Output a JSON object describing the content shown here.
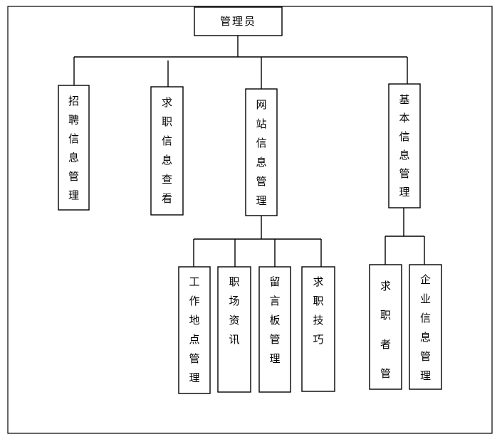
{
  "root": {
    "label": "管理员"
  },
  "level1": [
    {
      "chars": [
        "招",
        "聘",
        "信",
        "息",
        "管",
        "理"
      ]
    },
    {
      "chars": [
        "求",
        "职",
        "信",
        "息",
        "查",
        "看"
      ]
    },
    {
      "chars": [
        "网",
        "站",
        "信",
        "息",
        "管",
        "理"
      ]
    },
    {
      "chars": [
        "基",
        "本",
        "信",
        "息",
        "管",
        "理"
      ]
    }
  ],
  "website_children": [
    {
      "chars": [
        "工",
        "作",
        "地",
        "点",
        "管",
        "理"
      ]
    },
    {
      "chars": [
        "职",
        "场",
        "资",
        "讯"
      ]
    },
    {
      "chars": [
        "留",
        "言",
        "板",
        "管",
        "理"
      ]
    },
    {
      "chars": [
        "求",
        "职",
        "技",
        "巧"
      ]
    }
  ],
  "basic_children": [
    {
      "chars": [
        "求",
        "职",
        "者",
        "管"
      ]
    },
    {
      "chars": [
        "企",
        "业",
        "信",
        "息",
        "管",
        "理"
      ]
    }
  ]
}
